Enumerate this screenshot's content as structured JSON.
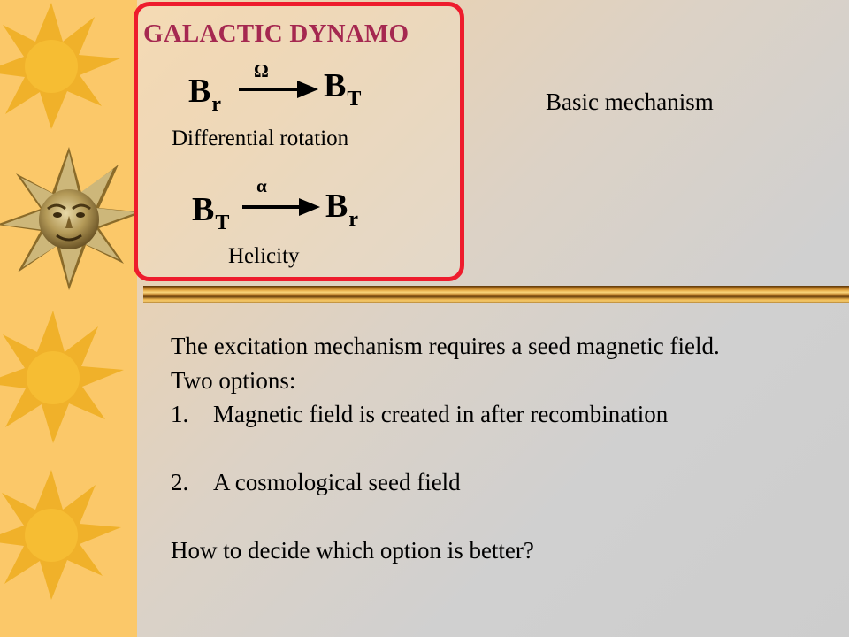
{
  "box": {
    "title": "GALACTIC DYNAMO",
    "row1": {
      "from_base": "B",
      "from_sub": "r",
      "operator": "Ω",
      "to_base": "B",
      "to_sub": "T",
      "caption": "Differential rotation"
    },
    "row2": {
      "from_base": "B",
      "from_sub": "T",
      "operator": "α",
      "to_base": "B",
      "to_sub": "r",
      "caption": "Helicity"
    }
  },
  "side_label": "Basic mechanism",
  "body": {
    "line1": "The excitation mechanism requires a seed magnetic field.",
    "line2": "Two options:",
    "option1_num": "1.",
    "option1_text": "Magnetic field is created in after recombination",
    "option2_num": "2.",
    "option2_text": "A cosmological seed field",
    "question": "How to decide which option is better?"
  },
  "colors": {
    "sidebar": "#fbc869",
    "box_border": "#ee1c2c",
    "title": "#a52850",
    "sun": "#f0b12a"
  },
  "icons": [
    "sun-icon",
    "sun-face-icon",
    "arrow-right-icon"
  ]
}
